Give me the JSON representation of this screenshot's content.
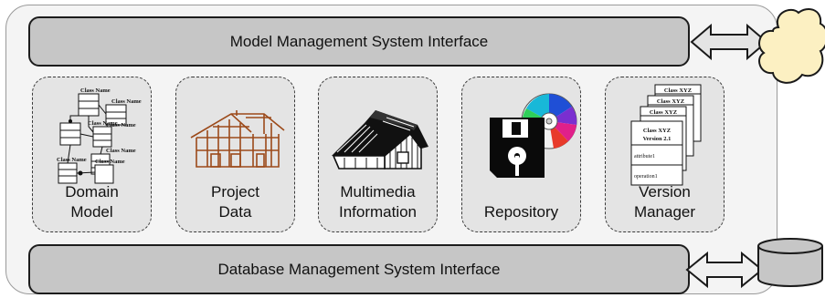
{
  "top_bar": {
    "label": "Model Management System Interface"
  },
  "bottom_bar": {
    "label": "Database Management System Interface"
  },
  "modules": [
    {
      "label": "Domain\nModel",
      "icon": "uml-class-diagram-icon"
    },
    {
      "label": "Project\nData",
      "icon": "house-frame-icon"
    },
    {
      "label": "Multimedia\nInformation",
      "icon": "house-sketch-icon"
    },
    {
      "label": "Repository",
      "icon": "floppy-cd-icon"
    },
    {
      "label": "Version\nManager",
      "icon": "stacked-class-cards-icon"
    }
  ],
  "uml": {
    "class_label": "Class Name"
  },
  "version_cards": {
    "titles": [
      "Class XYZ",
      "Class XYZ",
      "Class XYZ",
      "Class XYZ"
    ],
    "front_version": "Version 2.1",
    "attribute": "attribute1",
    "operation": "operation1"
  },
  "external": {
    "top": "cloud-icon",
    "bottom": "database-cylinder-icon"
  }
}
